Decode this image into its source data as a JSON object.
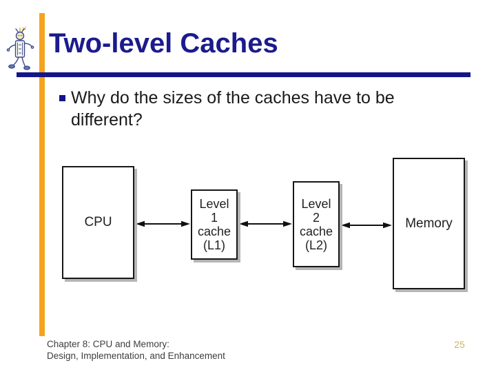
{
  "slide": {
    "title": "Two-level Caches",
    "bullet_text": "Why do the sizes of the caches have to be different?",
    "footer": {
      "line1": "Chapter 8: CPU and Memory:",
      "line2": "Design, Implementation, and Enhancement"
    },
    "page_number": "25"
  },
  "diagram": {
    "boxes": [
      {
        "id": "cpu",
        "lines": [
          "CPU"
        ]
      },
      {
        "id": "l1-cache",
        "lines": [
          "Level",
          "1",
          "cache",
          "(L1)"
        ]
      },
      {
        "id": "l2-cache",
        "lines": [
          "Level",
          "2",
          "cache",
          "(L2)"
        ]
      },
      {
        "id": "memory",
        "lines": [
          "Memory"
        ]
      }
    ],
    "connections": [
      {
        "from": "cpu",
        "to": "l1-cache",
        "type": "bidirectional-arrow"
      },
      {
        "from": "l1-cache",
        "to": "l2-cache",
        "type": "bidirectional-arrow"
      },
      {
        "from": "l2-cache",
        "to": "memory",
        "type": "bidirectional-arrow"
      }
    ]
  },
  "icons": {
    "mascot": "walking-chip-mascot-icon"
  },
  "colors": {
    "title_navy": "#1b1b8e",
    "rule_navy": "#15158a",
    "accent_orange": "#f5a31e",
    "bullet_marker_navy": "#15158a",
    "body_text": "#1a1a1a",
    "diagram_line": "#161616",
    "box_shadow_gray": "#b5b5b5",
    "footer_gray": "#3d3d3d",
    "page_number_gold": "#c9b566"
  }
}
